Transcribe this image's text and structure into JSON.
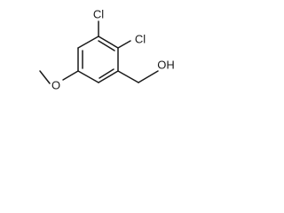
{
  "molecule": {
    "atoms": {
      "cl_top": "Cl",
      "cl_right": "Cl",
      "oxygen_methoxy": "O",
      "hydroxyl": "OH"
    }
  }
}
